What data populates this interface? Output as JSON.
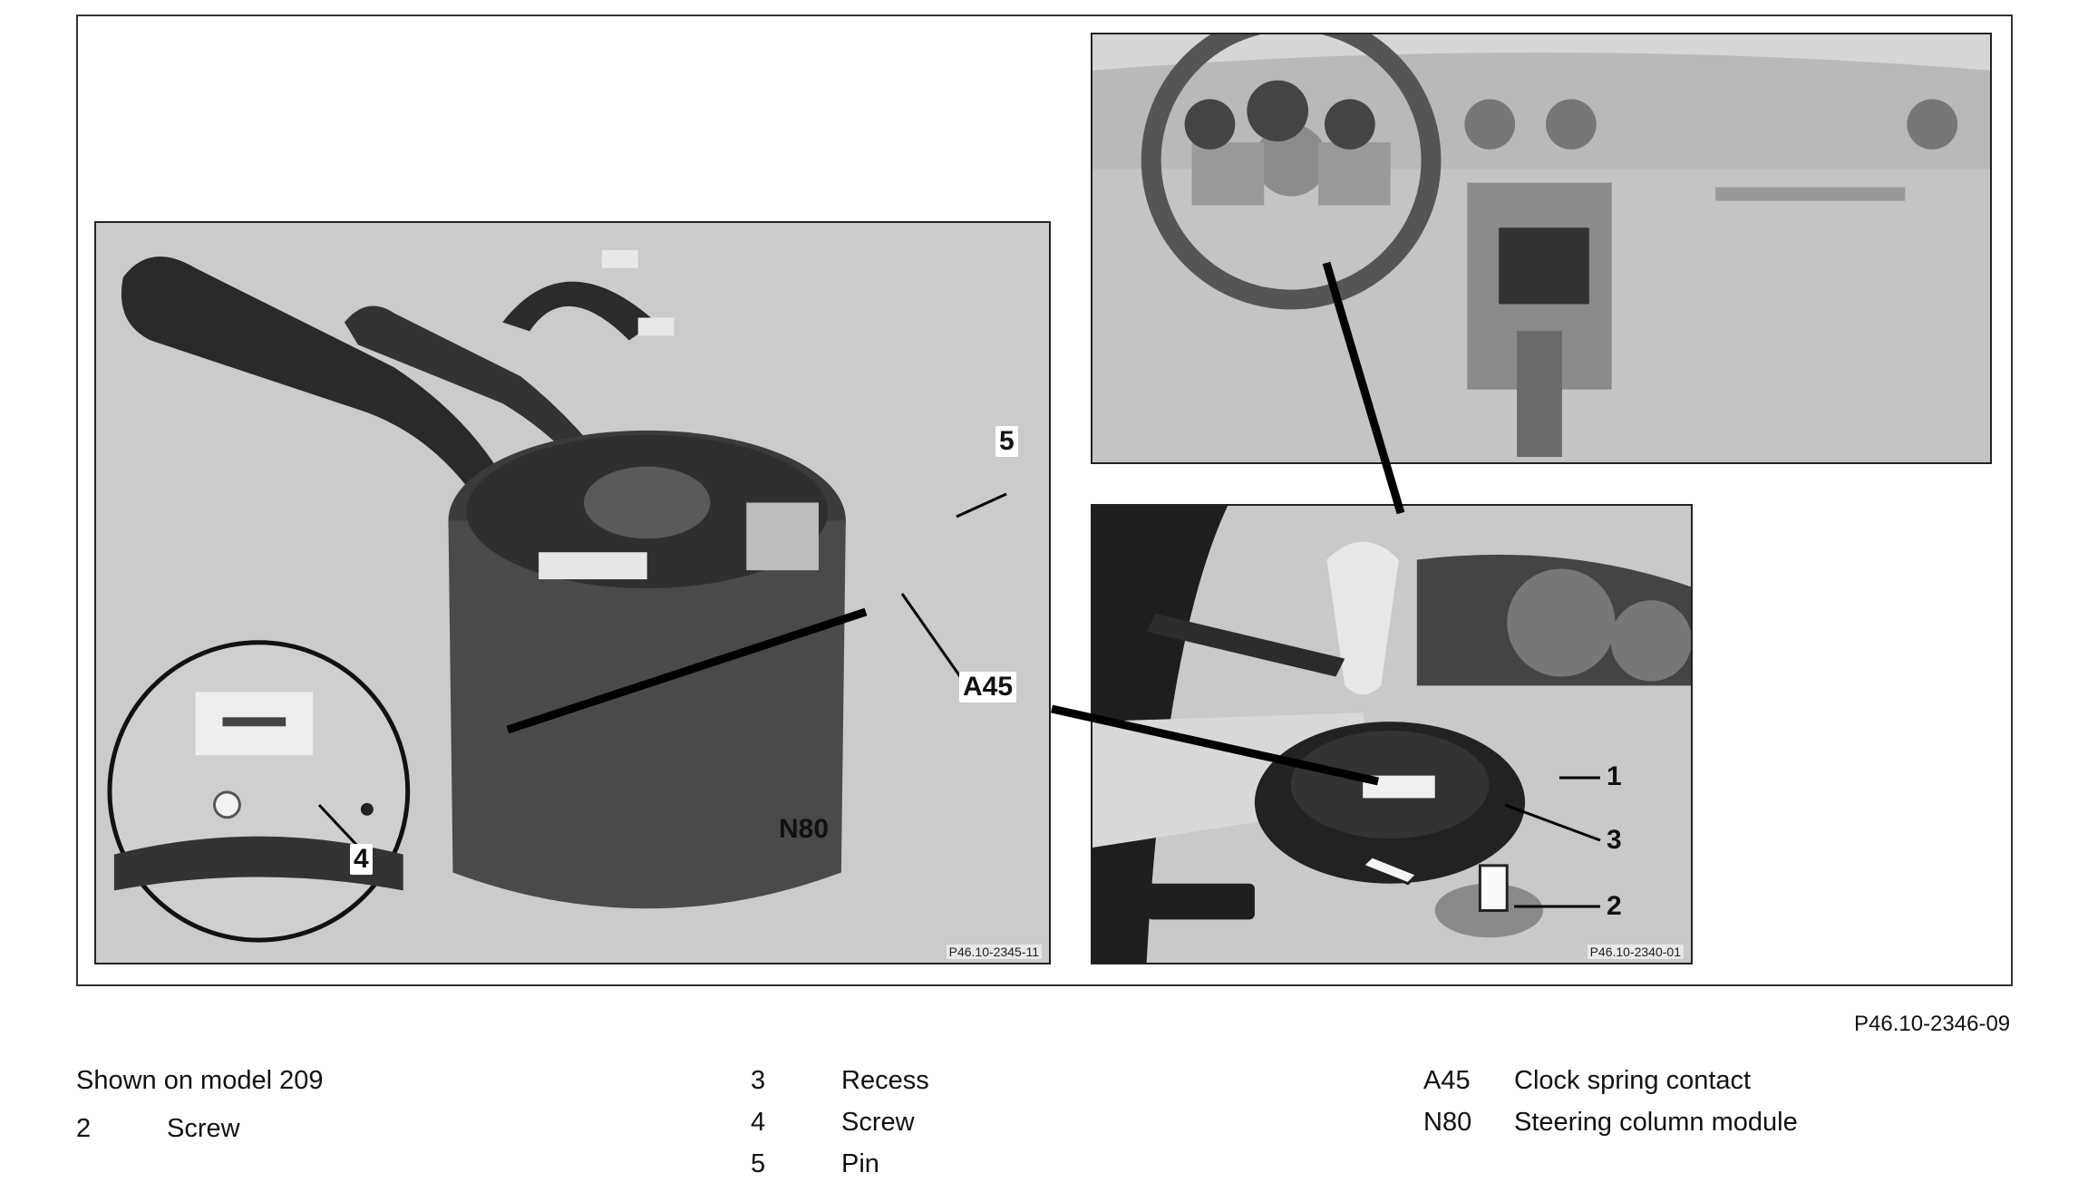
{
  "figure": {
    "left_photo_ref": "P46.10-2345-11",
    "right_photo_ref": "P46.10-2340-01",
    "figure_ref": "P46.10-2346-09",
    "callouts": {
      "left": [
        "5",
        "A45",
        "N80",
        "4"
      ],
      "right": [
        "1",
        "3",
        "2"
      ]
    }
  },
  "legend": {
    "caption": "Shown on model 209",
    "items": [
      {
        "key": "2",
        "label": "Screw"
      },
      {
        "key": "3",
        "label": "Recess"
      },
      {
        "key": "4",
        "label": "Screw"
      },
      {
        "key": "5",
        "label": "Pin"
      },
      {
        "key": "A45",
        "label": "Clock spring contact"
      },
      {
        "key": "N80",
        "label": "Steering column module"
      }
    ]
  }
}
